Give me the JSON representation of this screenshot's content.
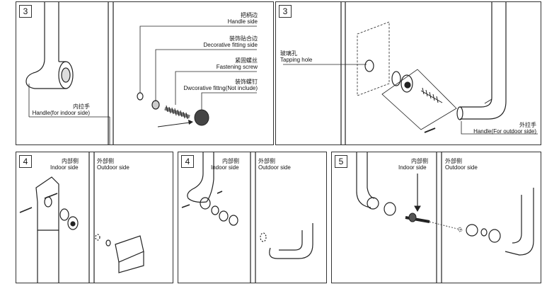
{
  "panels": [
    {
      "id": "p1",
      "step": "3",
      "labels": {
        "handle_side_cn": "把柄边",
        "handle_side_en": "Handle side",
        "deco_cn": "装饰贴合边",
        "deco_en": "Decorative fitting side",
        "screw_cn": "紧固螺丝",
        "screw_en": "Fastening screw",
        "dfit_cn": "装饰螺钉",
        "dfit_en": "Dwcorative fittng(Not include)",
        "inner_cn": "内拉手",
        "inner_en": "Handle(for indoor side)"
      }
    },
    {
      "id": "p2",
      "step": "3",
      "labels": {
        "tap_cn": "玻璃孔",
        "tap_en": "Tapping hole",
        "outer_cn": "外拉手",
        "outer_en": "Handle(For outdoor side)"
      }
    },
    {
      "id": "p3",
      "step": "4",
      "labels": {
        "in_cn": "内部侧",
        "in_en": "Indoor side",
        "out_cn": "外部侧",
        "out_en": "Outdoor side"
      }
    },
    {
      "id": "p4",
      "step": "4",
      "labels": {
        "in_cn": "内部侧",
        "in_en": "Indoor side",
        "out_cn": "外部侧",
        "out_en": "Outdoor side"
      }
    },
    {
      "id": "p5",
      "step": "5",
      "labels": {
        "in_cn": "内部侧",
        "in_en": "Indoor side",
        "out_cn": "外部侧",
        "out_en": "Outdoor side"
      }
    }
  ]
}
